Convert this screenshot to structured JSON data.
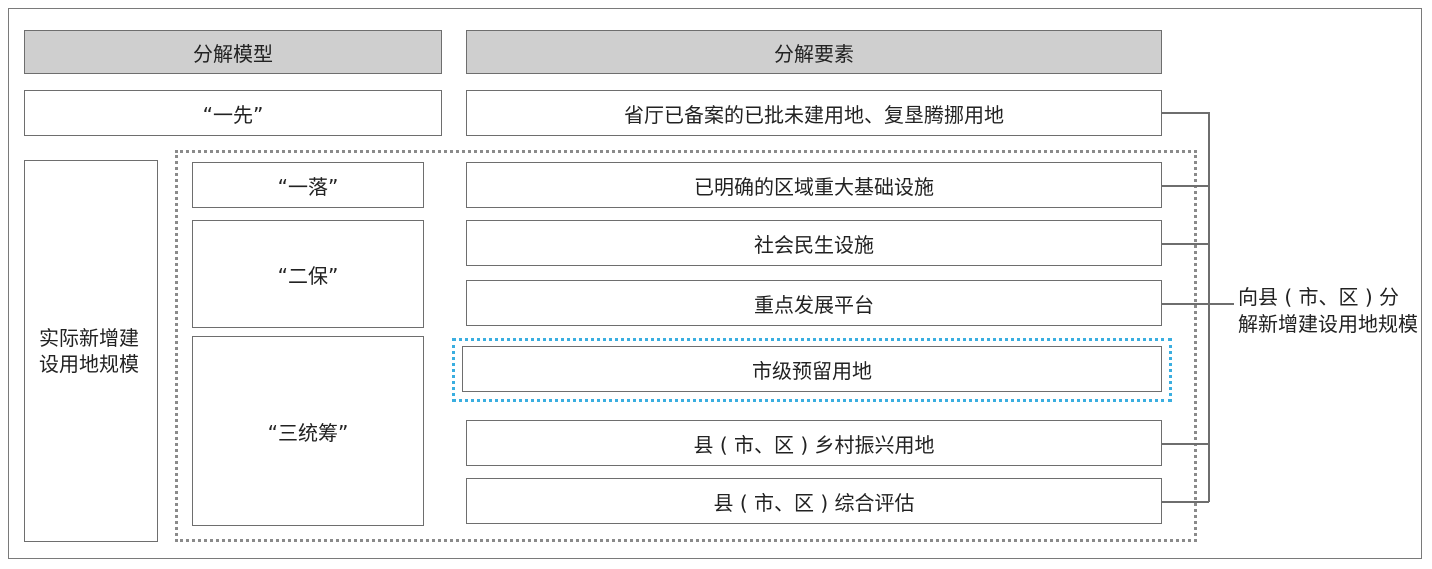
{
  "headers": {
    "model": "分解模型",
    "elements": "分解要素"
  },
  "models": {
    "first": "“一先”",
    "actual_scale": "实际新增建设用地规模",
    "luo": "“一落”",
    "bao": "“二保”",
    "tongchou": "“三统筹”"
  },
  "elements": [
    "省厅已备案的已批未建用地、复垦腾挪用地",
    "已明确的区域重大基础设施",
    "社会民生设施",
    "重点发展平台",
    "市级预留用地",
    "县 ( 市、区 ) 乡村振兴用地",
    "县 ( 市、区 ) 综合评估"
  ],
  "result": "向县 ( 市、区 ) 分解新增建设用地规模",
  "colors": {
    "header_fill": "#cfcfcf",
    "outline": "#6e6e6e",
    "dotted_group": "#8a8a8a",
    "highlight_dotted": "#3aaee0"
  }
}
